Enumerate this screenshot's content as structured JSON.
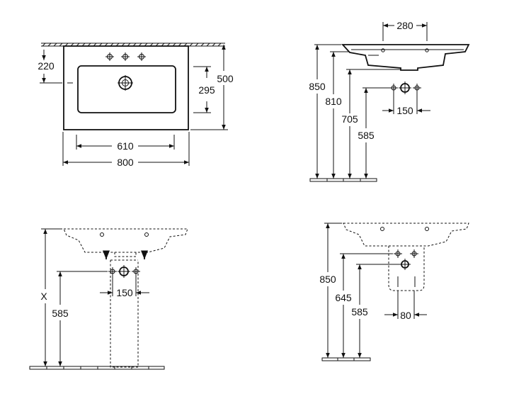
{
  "views": {
    "top": {
      "d610": "610",
      "d800": "800",
      "d220": "220",
      "d295": "295",
      "d500": "500"
    },
    "side": {
      "d280": "280",
      "d850": "850",
      "d810": "810",
      "d705": "705",
      "d585": "585",
      "d150": "150"
    },
    "front_pedestal": {
      "dX": "X",
      "d585": "585",
      "d150": "150"
    },
    "front_trap": {
      "d850": "850",
      "d645": "645",
      "d585": "585",
      "d80": "80"
    }
  }
}
